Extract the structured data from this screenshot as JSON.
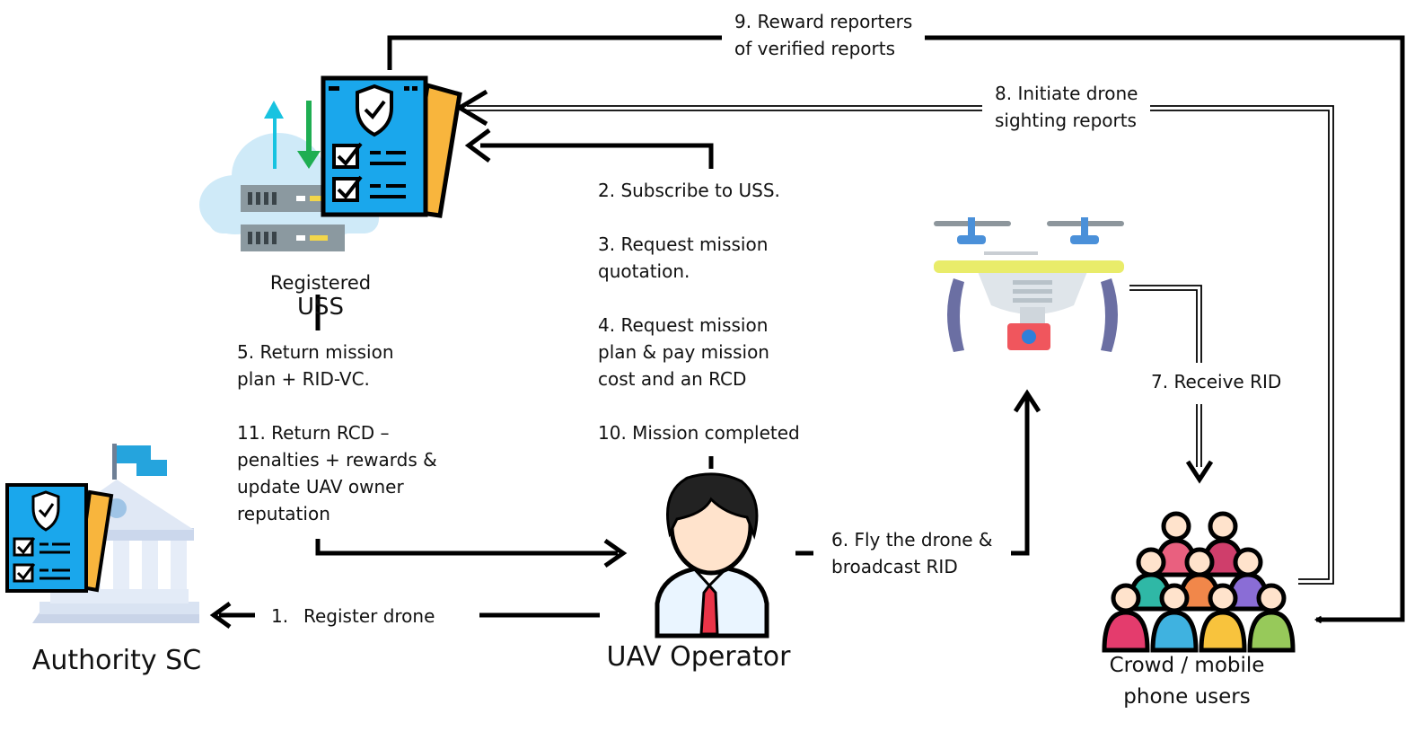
{
  "entities": {
    "uss_small": "Registered",
    "uss_big": "USS",
    "authority": "Authority SC",
    "operator": "UAV Operator",
    "crowd": "Crowd / mobile\nphone users"
  },
  "steps": {
    "s1_num": "1.",
    "s1_text": "Register drone",
    "s2_4": "2. Subscribe to USS.\n\n3. Request mission\nquotation.\n\n4. Request mission\nplan & pay mission\ncost and an RCD",
    "s10": "10. Mission completed",
    "s5_11": "5. Return mission\nplan + RID-VC.\n\n11. Return RCD –\npenalties + rewards &\nupdate UAV owner\nreputation",
    "s6": "6. Fly the drone &\nbroadcast RID",
    "s7": "7. Receive RID",
    "s8": "8. Initiate drone\nsighting reports",
    "s9": "9. Reward reporters\nof verified reports"
  },
  "colors": {
    "doc_blue": "#1aa7ec",
    "doc_orange": "#f8b53d",
    "arrow_up_cyan": "#18c3e0",
    "arrow_down_green": "#1fae52",
    "drone_yellow": "#e9ec6a",
    "drone_red": "#f0565d",
    "flag_blue": "#25a4dd",
    "tie_red": "#ea3448"
  },
  "icons": [
    "uss-server-icon",
    "authority-building-icon",
    "operator-person-icon",
    "drone-icon",
    "crowd-icon"
  ]
}
